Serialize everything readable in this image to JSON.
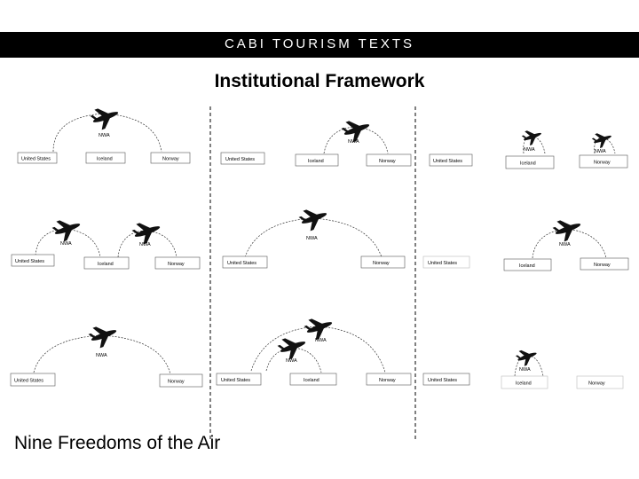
{
  "header": {
    "banner": "CABI TOURISM TEXTS",
    "title": "Institutional Framework"
  },
  "caption": "Nine Freedoms of the Air",
  "labels": {
    "us": "United States",
    "ic": "Iceland",
    "no": "Norway",
    "plane": "NWA"
  },
  "colors": {
    "banner": "#000000",
    "line": "#000000",
    "plane": "#111111"
  }
}
